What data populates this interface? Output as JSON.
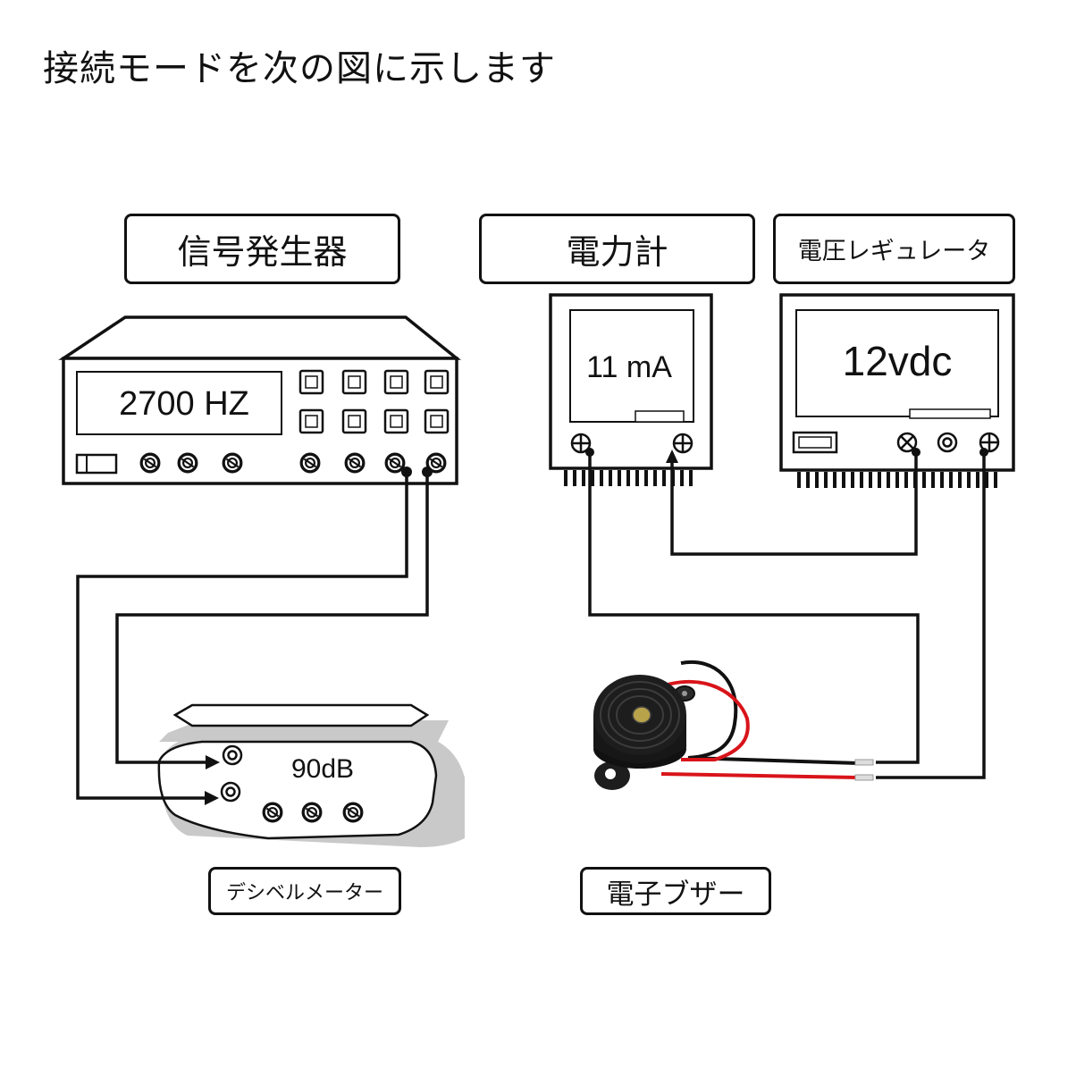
{
  "title": "接続モードを次の図に示します",
  "labels": {
    "signal_generator": "信号発生器",
    "power_meter": "電力計",
    "voltage_regulator": "電圧レギュレータ",
    "decibel_meter": "デシベルメーター",
    "electronic_buzzer": "電子ブザー"
  },
  "readouts": {
    "signal_generator": "2700 HZ",
    "power_meter": "11 mA",
    "voltage_regulator": "12vdc",
    "decibel_meter": "90dB"
  },
  "colors": {
    "line": "#111111",
    "wire_red": "#d8141a",
    "buzzer_body": "#1d1d1d",
    "shadow": "#c9c9c9"
  }
}
